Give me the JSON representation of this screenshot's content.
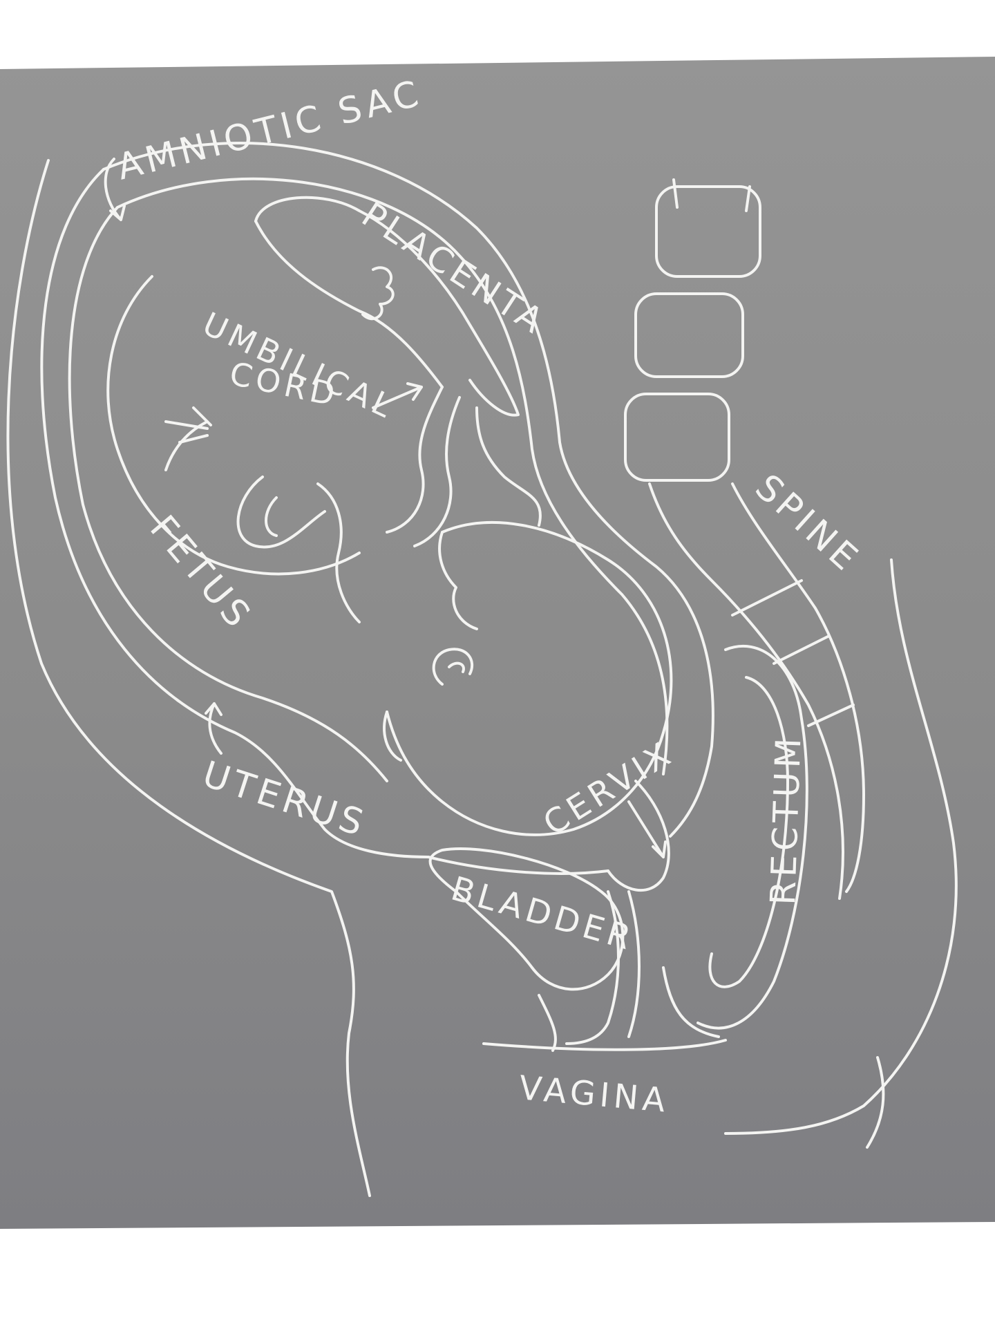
{
  "colors": {
    "page": "#ffffff",
    "board": "#8f8f8f",
    "board_dark": "#7c7c7c",
    "chalk": "#f4f4f2"
  },
  "labels": {
    "amniotic_sac": "AMNIOTIC SAC",
    "placenta": "PLACENTA",
    "umbilical_line1": "UMBILICAL",
    "umbilical_line2": "CORD",
    "spine": "SPINE",
    "fetus": "FETUS",
    "uterus": "UTERUS",
    "cervix": "CERVIX",
    "rectum": "RECTUM",
    "bladder": "BLADDER",
    "vagina": "VAGINA"
  }
}
